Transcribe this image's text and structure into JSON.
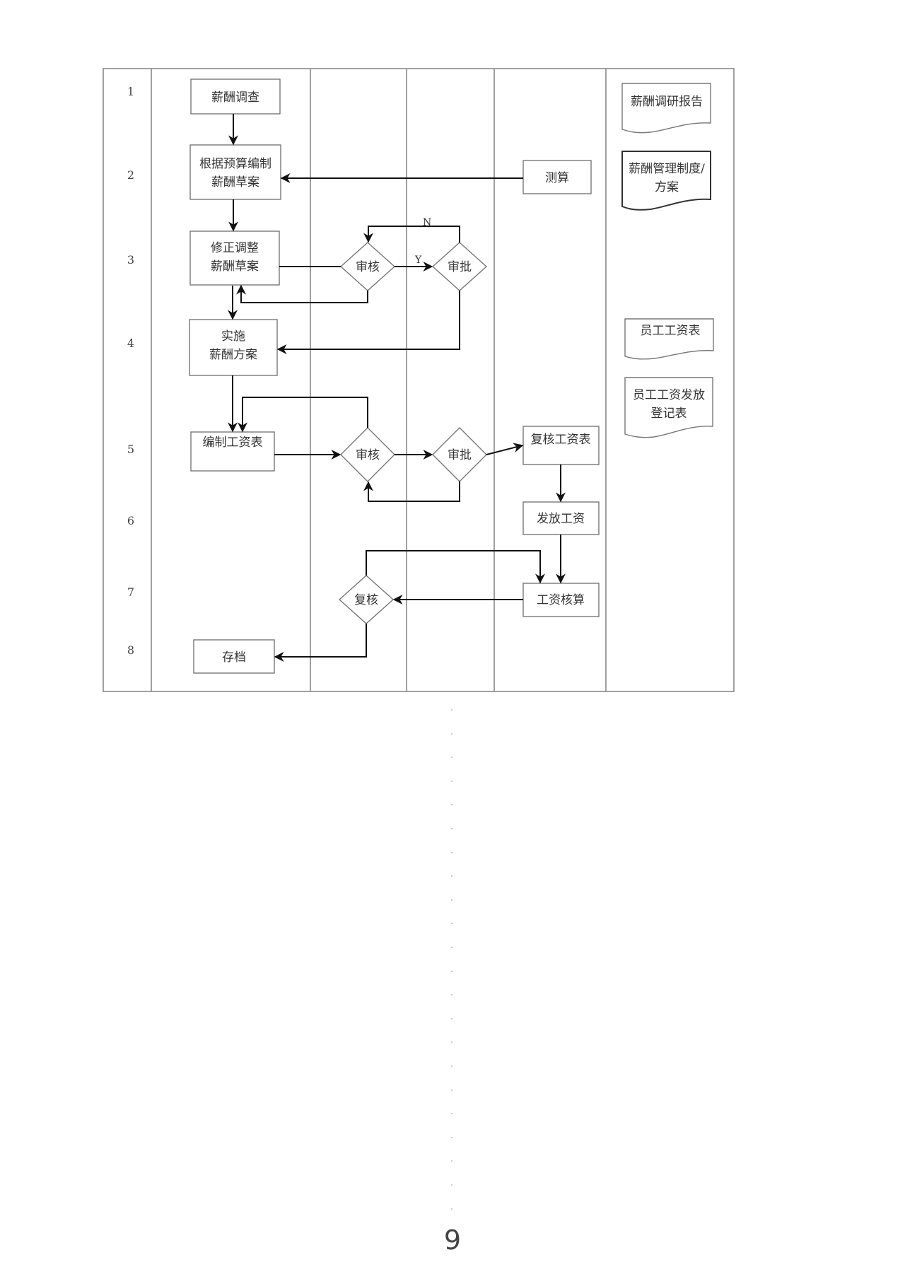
{
  "rows": [
    "1",
    "2",
    "3",
    "4",
    "5",
    "6",
    "7",
    "8"
  ],
  "nodes": {
    "salary_survey": "薪酬调查",
    "draft_line1": "根据预算编制",
    "draft_line2": "薪酬草案",
    "calc": "测算",
    "revise_line1": "修正调整",
    "revise_line2": "薪酬草案",
    "review_a": "审核",
    "approve_a": "审批",
    "implement_line1": "实施",
    "implement_line2": "薪酬方案",
    "make_payroll": "编制工资表",
    "review_b": "审核",
    "approve_b": "审批",
    "recheck_payroll": "复核工资表",
    "pay_salary": "发放工资",
    "salary_accounting": "工资核算",
    "recheck": "复核",
    "archive": "存档"
  },
  "labels": {
    "yes": "Y",
    "no": "N"
  },
  "documents": {
    "survey_report": "薪酬调研报告",
    "policy_line1": "薪酬管理制度/",
    "policy_line2": "方案",
    "payroll_table": "员工工资表",
    "payment_register_line1": "员工工资发放",
    "payment_register_line2": "登记表"
  },
  "page_number": "9"
}
